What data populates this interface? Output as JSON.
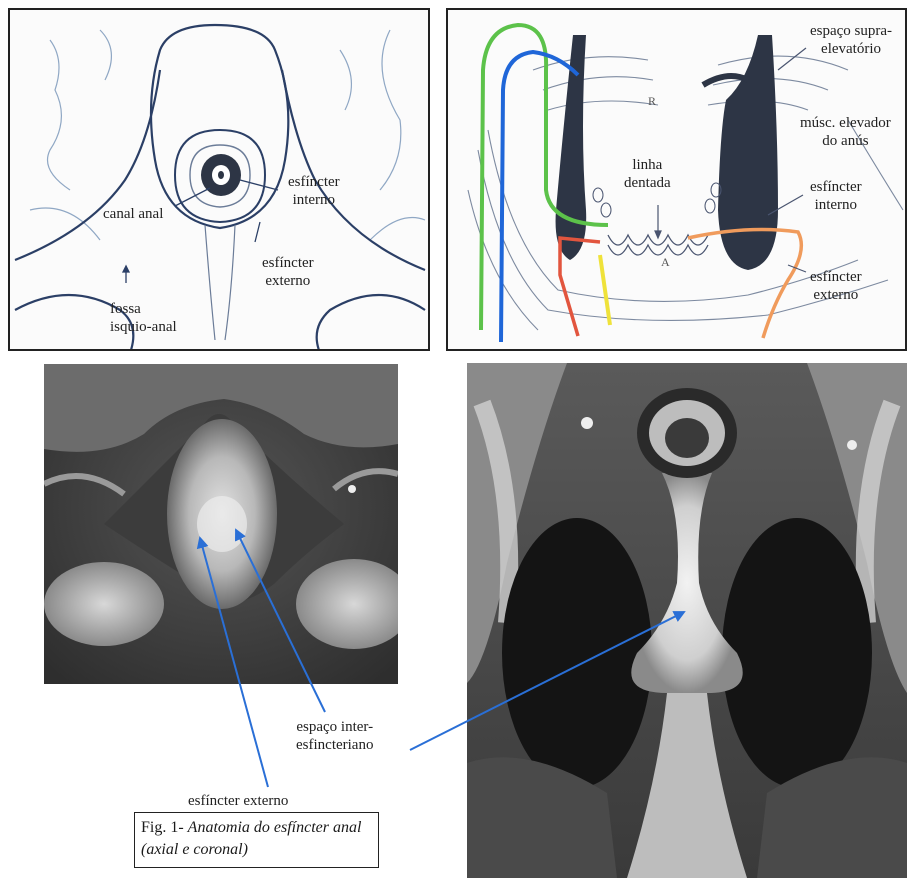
{
  "axial_diagram": {
    "labels": {
      "canal_anal": "canal anal",
      "esfincter_interno_1": "esfíncter",
      "esfincter_interno_2": "interno",
      "esfincter_externo_1": "esfíncter",
      "esfincter_externo_2": "externo",
      "fossa_1": "fossa",
      "fossa_2": "isquio-anal"
    }
  },
  "coronal_diagram": {
    "labels": {
      "espaco_supra_1": "espaço supra-",
      "espaco_supra_2": "elevatório",
      "musc_elevador_1": "músc. elevador",
      "musc_elevador_2": "do anús",
      "linha_1": "linha",
      "linha_2": "dentada",
      "esfincter_interno_1": "esfíncter",
      "esfincter_interno_2": "interno",
      "esfincter_externo_1": "esfíncter",
      "esfincter_externo_2": "externo",
      "letter_r": "R",
      "letter_a": "A"
    }
  },
  "mri": {
    "espaco_inter_1": "espaço inter-",
    "espaco_inter_2": "esfincteriano",
    "esfincter_externo": "esfíncter externo"
  },
  "caption": {
    "prefix": "Fig. 1- ",
    "title_line1": "Anatomia do esfíncter anal",
    "title_line2": "(axial e coronal)"
  },
  "colors": {
    "arrow_blue": "#2a6fd6",
    "line_green": "#5cc24a",
    "line_blue": "#1f66d8",
    "line_red": "#e2553e",
    "line_yellow": "#efe23a",
    "line_orange": "#f09b5c",
    "muscle_dark": "#2d3545"
  }
}
